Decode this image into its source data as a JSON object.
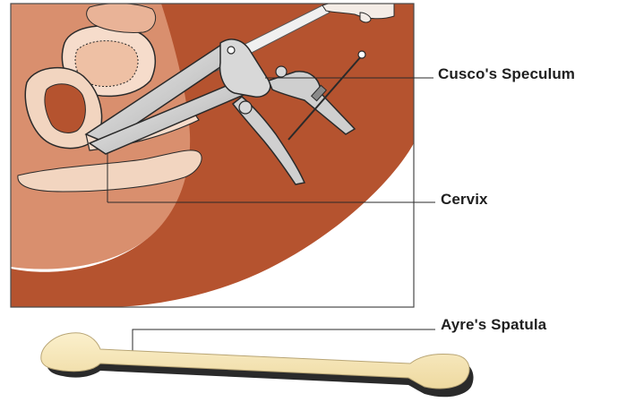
{
  "labels": {
    "speculum": "Cusco's Speculum",
    "cervix": "Cervix",
    "spatula": "Ayre's Spatula"
  },
  "colors": {
    "body_dark": "#b5532f",
    "body_light": "#f2d5c0",
    "mid_tone": "#d98f6e",
    "organ_pink": "#f6dccb",
    "instrument_steel": "#cfcfcf",
    "spatula_wood": "#f8e8b8",
    "outline": "#2a2a2a"
  },
  "icons": {
    "speculum": "speculum-instrument-icon",
    "spatula": "spatula-instrument-icon",
    "hand": "gloved-hand-icon"
  }
}
